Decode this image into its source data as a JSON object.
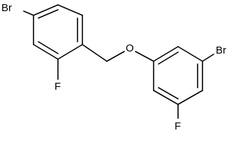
{
  "molecule": {
    "atoms": {
      "br_left": "Br",
      "f_left": "F",
      "o_ether": "O",
      "br_right": "Br",
      "f_right": "F"
    },
    "colors": {
      "line": "#000000",
      "background": "#ffffff"
    }
  }
}
